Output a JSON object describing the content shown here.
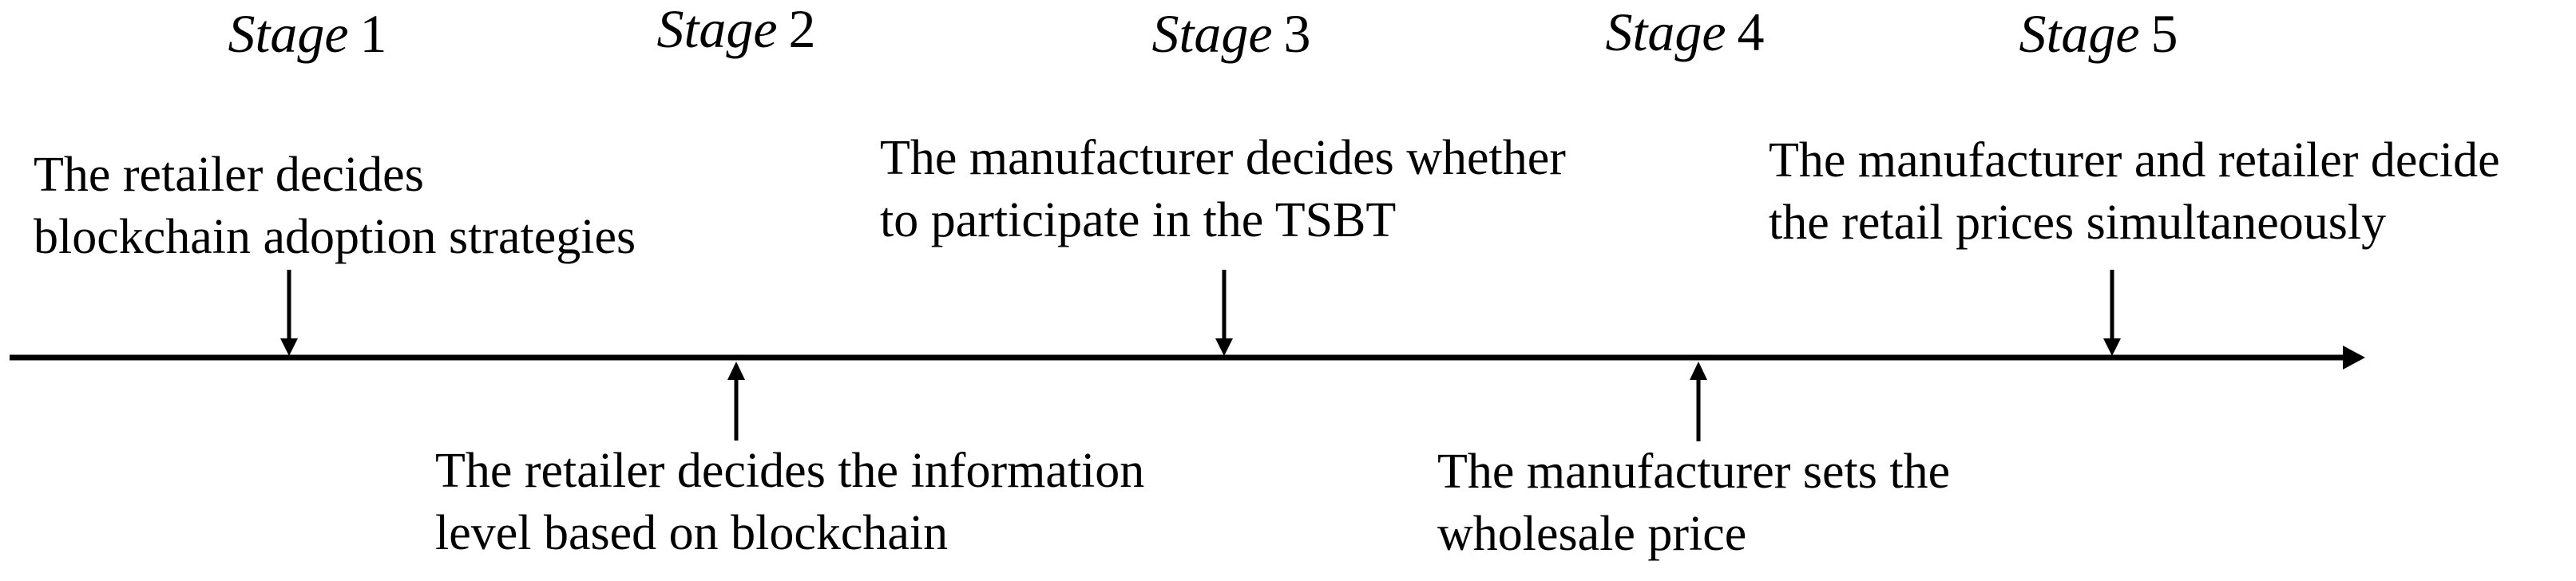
{
  "stages": [
    {
      "label_word": "Stage",
      "label_number": "1",
      "side": "above",
      "line1": "The retailer decides",
      "line2": "blockchain adoption strategies"
    },
    {
      "label_word": "Stage",
      "label_number": "2",
      "side": "below",
      "line1": "The retailer decides the information",
      "line2": "level based on blockchain"
    },
    {
      "label_word": "Stage",
      "label_number": "3",
      "side": "above",
      "line1": "The manufacturer decides whether",
      "line2": "to participate in the TSBT"
    },
    {
      "label_word": "Stage",
      "label_number": "4",
      "side": "below",
      "line1": "The manufacturer sets the",
      "line2": "wholesale price"
    },
    {
      "label_word": "Stage",
      "label_number": "5",
      "side": "above",
      "line1": "The manufacturer and retailer decide",
      "line2": "the retail prices simultaneously"
    }
  ],
  "colors": {
    "ink": "#000000",
    "background": "#ffffff"
  }
}
